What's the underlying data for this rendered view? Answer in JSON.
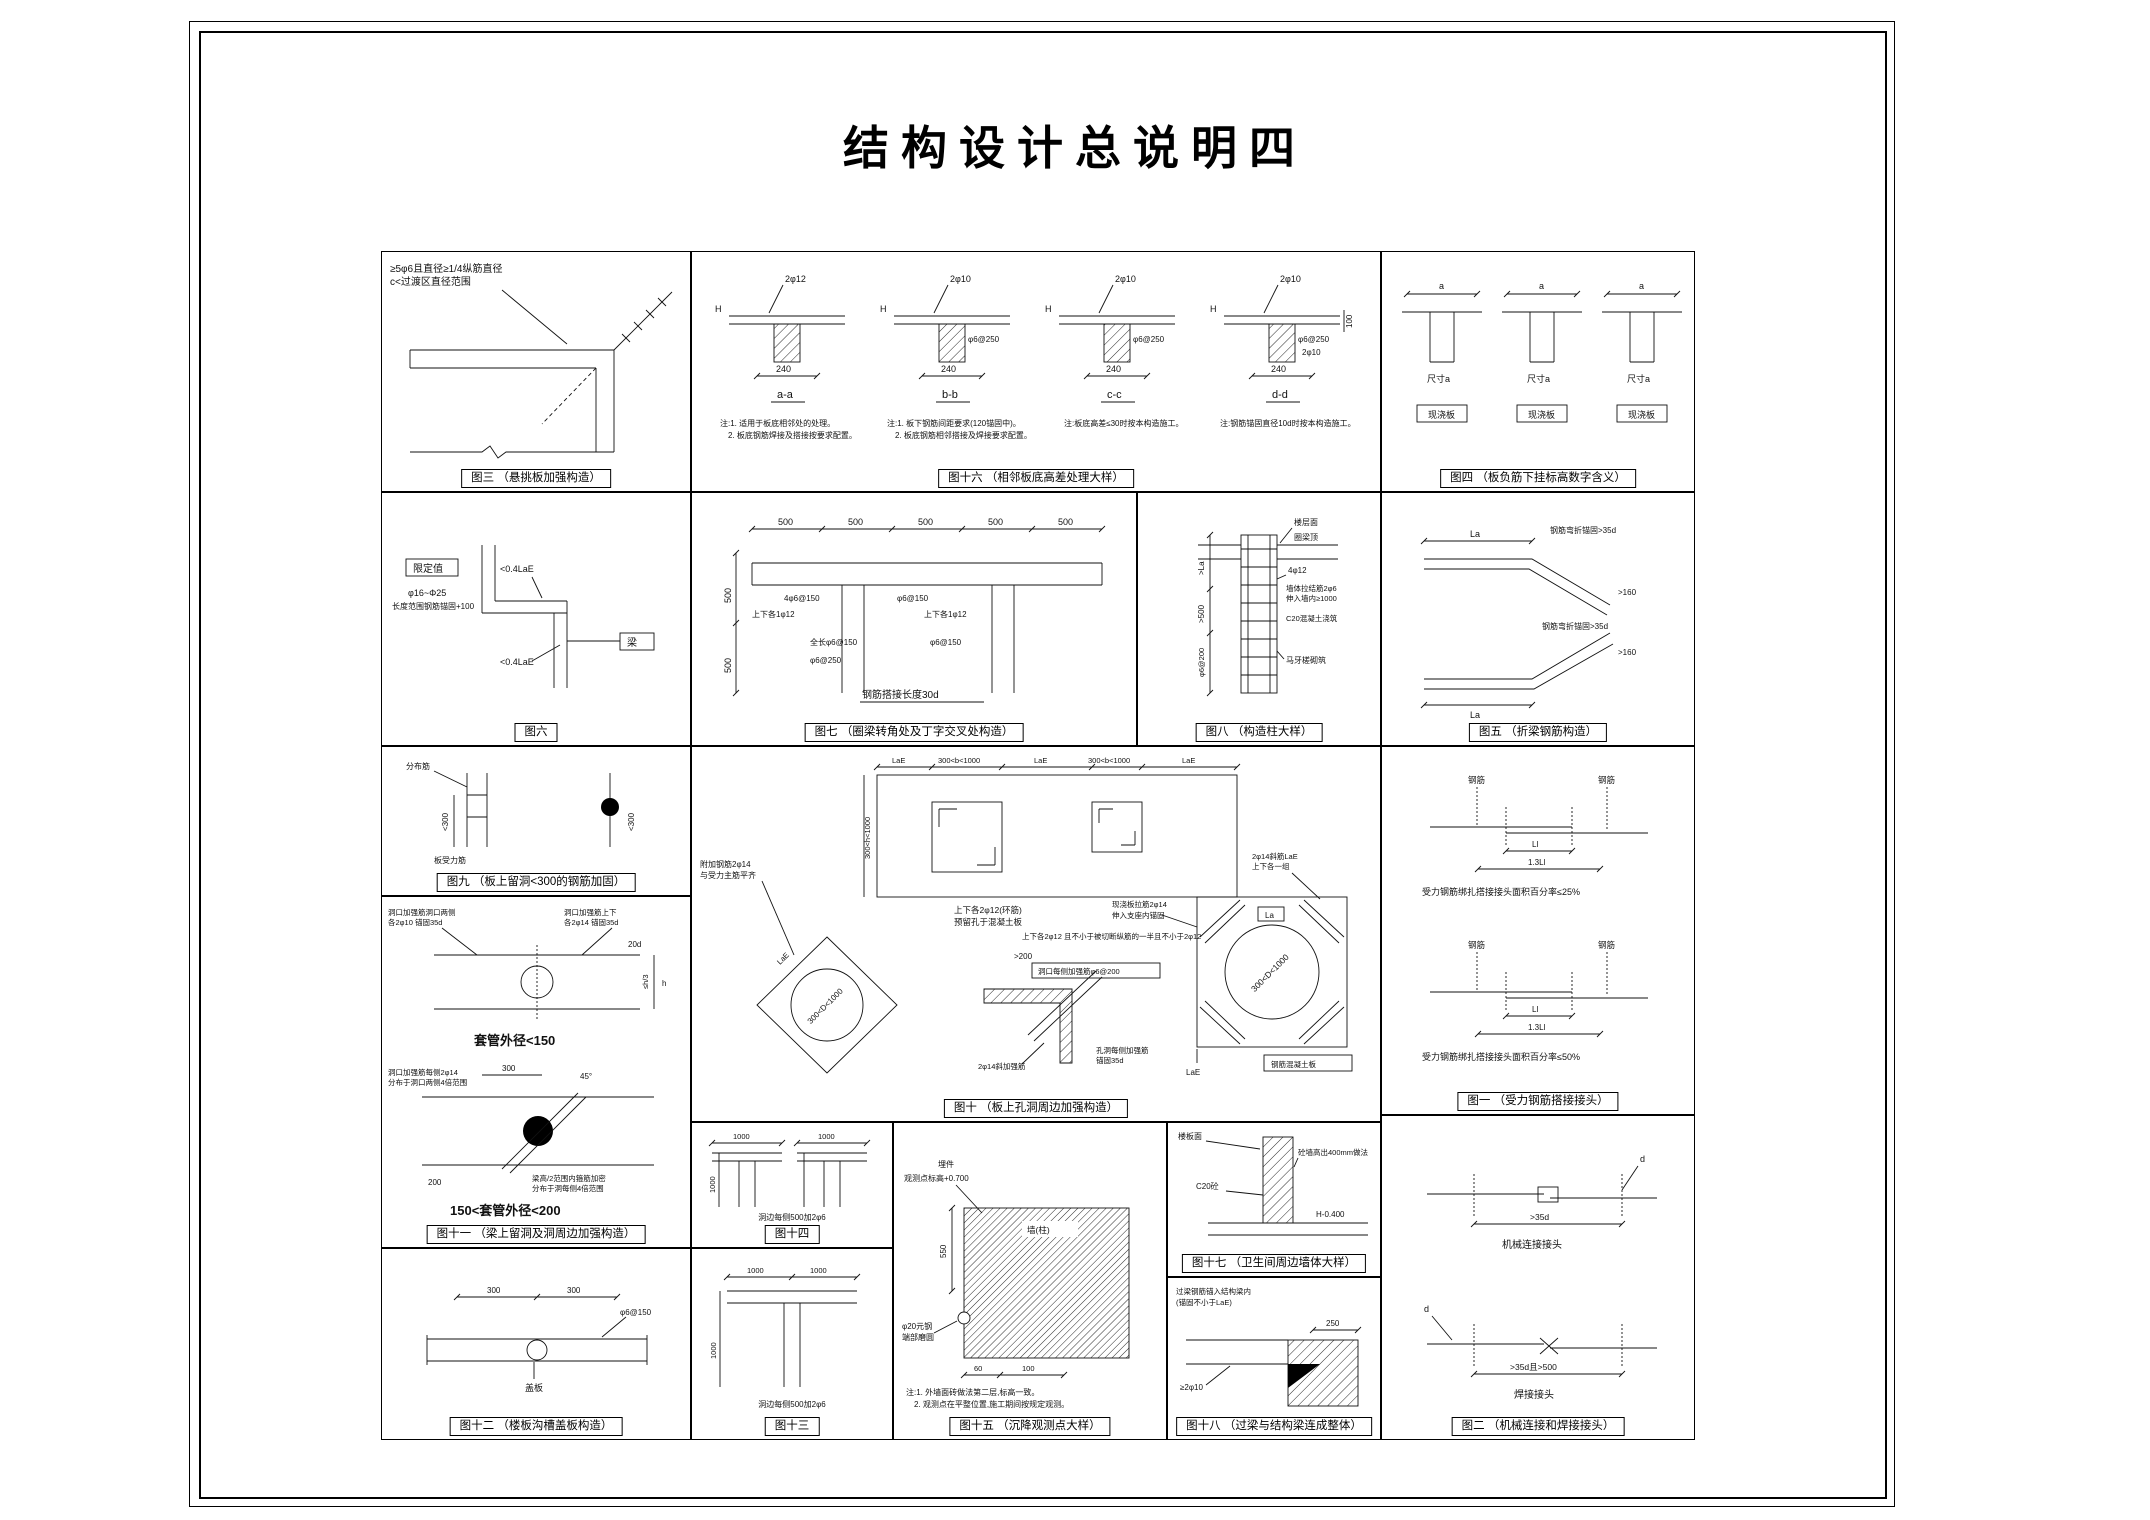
{
  "title": "结构设计总说明四",
  "panels": {
    "fig3": {
      "caption": "图三 （悬挑板加强构造）",
      "note1": "≥5φ6且直径≥1/4纵筋直径",
      "note2": "c<过渡区直径范围"
    },
    "fig16": {
      "caption": "图十六 （相邻板底高差处理大样）",
      "h": "H",
      "bar12": "2φ12",
      "bar10": "2φ10",
      "dim240": "240",
      "dim100": "100",
      "phi250": "φ6@250",
      "sa": "a-a",
      "sb": "b-b",
      "sc": "c-c",
      "sd": "d-d",
      "noteA1": "注:1. 适用于板底相邻处的处理。",
      "noteA2": "2. 板底钢筋焊接及搭接按要求配置。",
      "noteB1": "注:1. 板下钢筋间距要求(120锚固中)。",
      "noteB2": "2. 板底钢筋相邻搭接及焊接要求配置。",
      "noteC": "注:板底高差≤30时按本构造施工。",
      "noteD": "注:钢筋锚固直径10d时按本构造施工。"
    },
    "fig4": {
      "caption": "图四 （板负筋下挂标高数字含义）",
      "a": "a",
      "size": "尺寸a",
      "slab": "现浇板"
    },
    "fig6": {
      "caption": "图六",
      "limit": "限定值",
      "l04": "<0.4LaE",
      "phi": "φ16~Φ25",
      "range": "长度范围钢筋锚固+100",
      "beam": "梁"
    },
    "fig7": {
      "caption": "图七 （圈梁转角处及丁字交叉处构造）",
      "d500": "500",
      "a1": "4φ6@150",
      "a2": "上下各1φ12",
      "a3": "φ6@150",
      "a4": "全长φ6@150",
      "a5": "φ6@250",
      "lap": "钢筋搭接长度30d"
    },
    "fig8": {
      "caption": "图八 （构造柱大样）",
      "floor": "楼层面",
      "ring": "圈梁顶",
      "bars": "4φ12",
      "tie1": "墙体拉结筋2φ6",
      "tie2": "伸入墙内≥1000",
      "conc": "C20混凝土浇筑",
      "tooth": "马牙槎砌筑",
      "la": ">La",
      "h500": ">500",
      "stir": "φ6@200"
    },
    "fig5": {
      "caption": "图五 （折梁钢筋构造）",
      "la": "La",
      "r160": ">160",
      "bend": "钢筋弯折锚固>35d"
    },
    "fig9": {
      "caption": "图九 （板上留洞<300的钢筋加固）",
      "dist": "分布筋",
      "main": "板受力筋",
      "d300": "<300"
    },
    "fig11": {
      "caption": "图十一 （梁上留洞及洞周边加强构造）",
      "t1a": "洞口加强筋洞口两侧",
      "t1b": "各2φ10 锚固35d",
      "t2a": "洞口加强筋上下",
      "t2b": "各2φ14 锚固35d",
      "d20": "20d",
      "h3": "≤h/3",
      "h": "h",
      "s150": "套管外径<150",
      "t3a": "洞口加强筋每侧2φ14",
      "t3b": "分布于洞口两侧4倍范围",
      "d300": "300",
      "a45": "45°",
      "d200": "200",
      "t4a": "梁高/2范围内箍筋加密",
      "t4b": "分布于洞每侧4倍范围",
      "s200": "150<套管外径<200"
    },
    "fig10": {
      "caption": "图十 （板上孔洞周边加强构造）",
      "lae": "LaE",
      "b1000": "300<b<1000",
      "h1000": "300<h<1000",
      "pt1": "上下各2φ12(环筋)",
      "pt2": "预留孔于混凝土板",
      "pt3": "上下各2φ12 且不小于被切断纵筋的一半且不小于2φ12",
      "at1": "附加钢筋2φ14",
      "at2": "与受力主筋平齐",
      "dD": "300<D<1000",
      "r200": ">200",
      "box1": "洞口每侧加强筋φ6@200",
      "diag": "2φ14斜加强筋",
      "anch1": "孔洞每侧加强筋",
      "anch2": "锚固35d",
      "d1": "2φ14斜筋LaE",
      "d2": "上下各一组",
      "e1": "现浇板拉筋2φ14",
      "e2": "伸入支座内锚固",
      "la": "La",
      "slabbox": "钢筋混凝土板"
    },
    "fig1": {
      "caption": "图一 （受力钢筋搭接接头）",
      "rebar": "钢筋",
      "ll": "Ll",
      "l13": "1.3Ll",
      "p25": "受力钢筋绑扎搭接接头面积百分率≤25%",
      "p50": "受力钢筋绑扎搭接接头面积百分率≤50%"
    },
    "fig14": {
      "caption": "图十四",
      "d1000": "1000",
      "note": "洞边每侧500加2φ6"
    },
    "fig13": {
      "caption": "图十三",
      "d1000": "1000",
      "note": "洞边每侧500加2φ6"
    },
    "fig12": {
      "caption": "图十二 （楼板沟槽盖板构造）",
      "d300": "300",
      "phi": "φ6@150",
      "cover": "盖板"
    },
    "fig15": {
      "caption": "图十五 （沉降观测点大样）",
      "m1": "埋件",
      "m2": "观测点标高+0.700",
      "d550": "550",
      "p1": "φ20元钢",
      "p2": "端部磨圆",
      "wall": "墙(柱)",
      "d60": "60",
      "d100": "100",
      "n1": "注:1. 外墙面砖做法第二层,标高一致。",
      "n2": "2. 观测点在平整位置,施工期间按规定观测。"
    },
    "fig17": {
      "caption": "图十七 （卫生间周边墙体大样）",
      "floor": "楼板面",
      "t400": "砼墙高出400mm做法",
      "c20": "C20砼",
      "h04": "H-0.400"
    },
    "fig18": {
      "caption": "图十八 （过梁与结构梁连成整体）",
      "g1": "过梁钢筋锚入结构梁内",
      "g2": "(锚固不小于LaE)",
      "bar": "≥2φ10",
      "d250": "250"
    },
    "fig2": {
      "caption": "图二 （机械连接和焊接接头）",
      "d": "d",
      "d35": ">35d",
      "d35b": ">35d且>500",
      "mech": "机械连接接头",
      "weld": "焊接接头"
    }
  }
}
